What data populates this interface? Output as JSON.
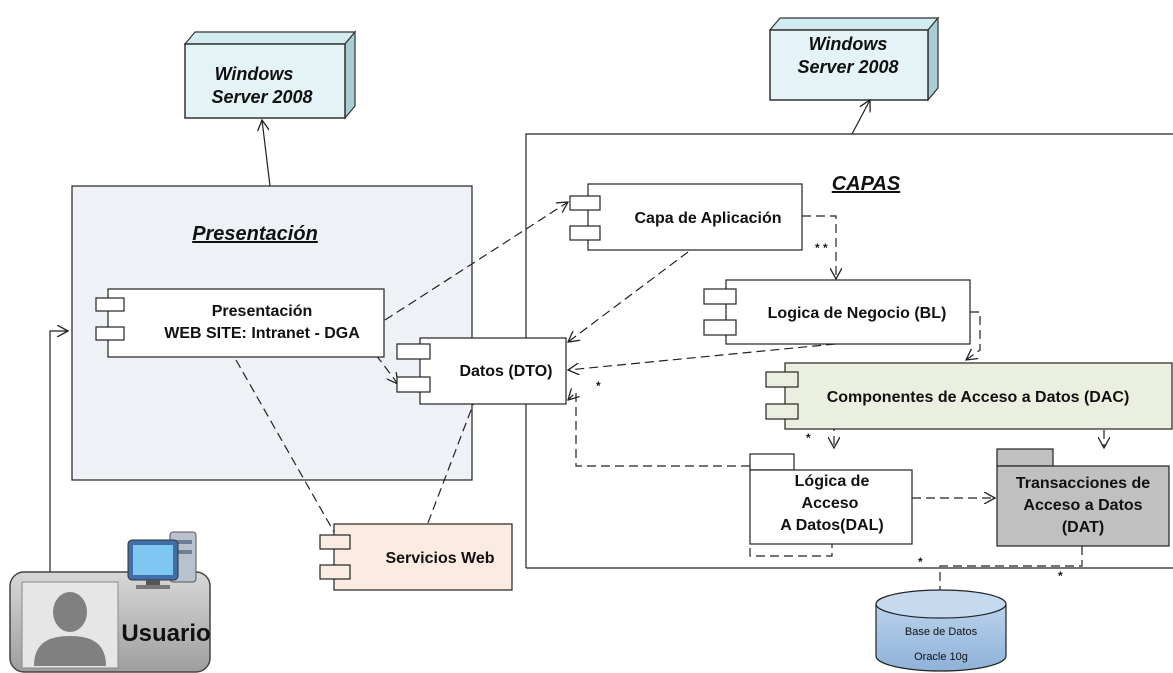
{
  "servers": {
    "left": {
      "line1": "Windows",
      "line2": "Server 2008"
    },
    "right": {
      "line1": "Windows",
      "line2": "Server 2008"
    }
  },
  "presentation_layer": {
    "title": "Presentación"
  },
  "capas_layer": {
    "title": "CAPAS"
  },
  "components": {
    "presentacion_web": {
      "line1": "Presentación",
      "line2": "WEB SITE: Intranet - DGA"
    },
    "datos_dto": {
      "label": "Datos (DTO)"
    },
    "servicios_web": {
      "label": "Servicios Web"
    },
    "capa_aplicacion": {
      "label": "Capa de Aplicación"
    },
    "logica_negocio": {
      "label": "Logica de Negocio (BL)"
    },
    "componentes_acceso": {
      "label": "Componentes de Acceso a Datos (DAC)"
    }
  },
  "packages": {
    "logica_acceso": {
      "line1": "Lógica de",
      "line2": "Acceso",
      "line3": "A Datos(DAL)"
    },
    "transacciones": {
      "line1": "Transacciones de",
      "line2": "Acceso a Datos",
      "line3": "(DAT)"
    }
  },
  "database": {
    "line1": "Base de Datos",
    "line2": "Oracle 10g"
  },
  "user": {
    "label": "Usuario"
  },
  "multiplicity": {
    "star": "*",
    "double_star": "* *"
  },
  "colors": {
    "presentation_bg": "#eef1f6",
    "server_face": "#e4f3f6",
    "server_side": "#b9d9df",
    "dac_bg": "#ebefdf",
    "dat_bg": "#c0c0c0",
    "servicios_bg": "#fcebe1",
    "db_top": "#c5d9ef",
    "db_body": "#a9c6e6",
    "user_bg": "#bfbfbf"
  }
}
